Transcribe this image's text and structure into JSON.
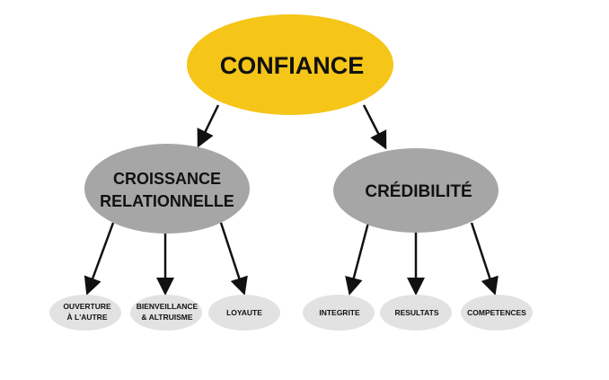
{
  "colors": {
    "root_fill": "#f5c518",
    "branch_fill": "#a6a6a6",
    "leaf_fill": "#e2e2e2",
    "arrow": "#111111",
    "text": "#111111"
  },
  "root": {
    "label": "CONFIANCE"
  },
  "branches": [
    {
      "label_line1": "CROISSANCE",
      "label_line2": "RELATIONNELLE",
      "leaves": [
        {
          "line1": "OUVERTURE",
          "line2": "À L'AUTRE"
        },
        {
          "line1": "BIENVEILLANCE",
          "line2": "& ALTRUISME"
        },
        {
          "line1": "LOYAUTE",
          "line2": ""
        }
      ]
    },
    {
      "label_line1": "CRÉDIBILITÉ",
      "label_line2": "",
      "leaves": [
        {
          "line1": "INTEGRITE",
          "line2": ""
        },
        {
          "line1": "RESULTATS",
          "line2": ""
        },
        {
          "line1": "COMPETENCES",
          "line2": ""
        }
      ]
    }
  ]
}
